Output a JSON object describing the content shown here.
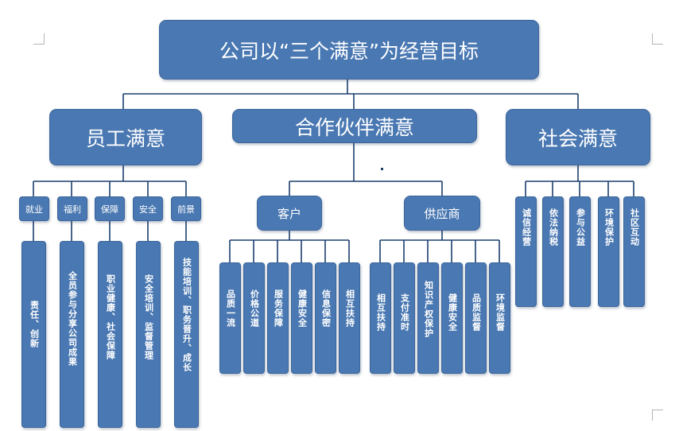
{
  "title": "公司以“三个满意”为经营目标",
  "level1": [
    "员工满意",
    "合作伙伴满意",
    "社会满意"
  ],
  "employee": {
    "categories": [
      "就业",
      "福利",
      "保障",
      "安全",
      "前景"
    ],
    "items": [
      "责任、创新",
      "全员参与分享公司成果",
      "职业健康、社会保障",
      "安全培训、监督管理",
      "技能培训、职务晋升、成长"
    ]
  },
  "partner": {
    "groups": [
      "客户",
      "供应商"
    ],
    "customer_items": [
      "品质一流",
      "价格公道",
      "服务保障",
      "健康安全",
      "信息保密",
      "相互扶持"
    ],
    "supplier_items": [
      "相互扶持",
      "支付准时",
      "知识产权保护",
      "健康安全",
      "品质监督",
      "环境监督"
    ]
  },
  "society": {
    "items": [
      "诚信经营",
      "依法纳税",
      "参与公益",
      "环境保护",
      "社区互动"
    ]
  }
}
